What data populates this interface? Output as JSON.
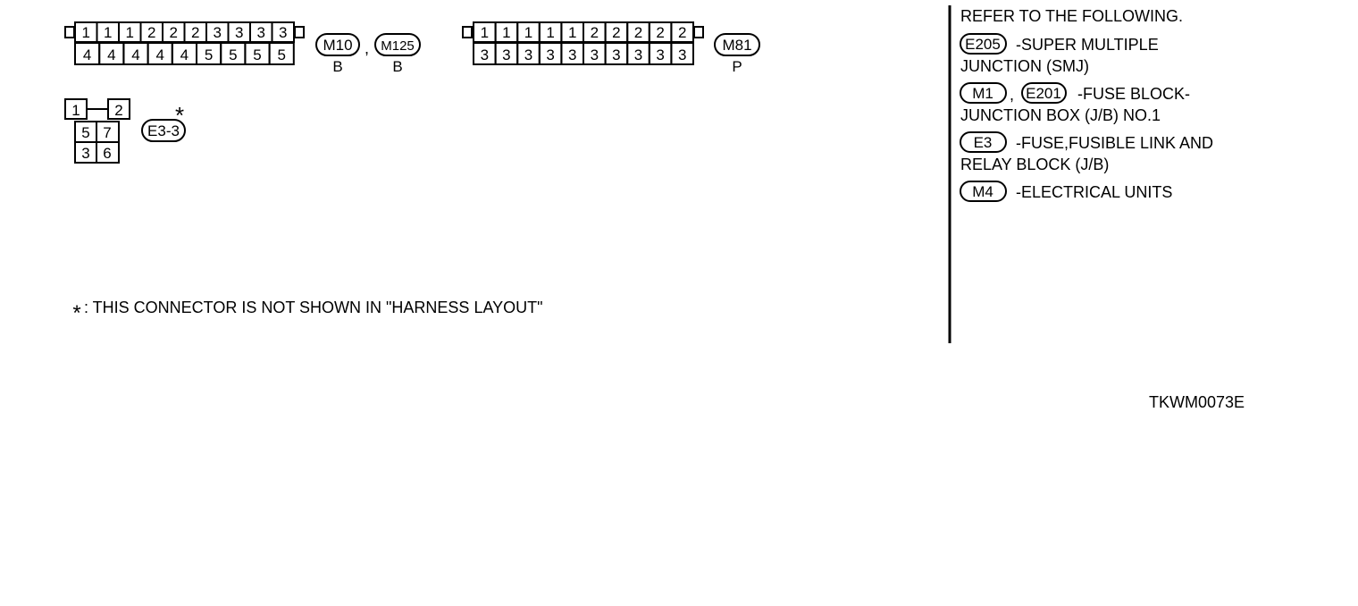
{
  "connectors": {
    "c1": {
      "top": [
        "1",
        "1",
        "1",
        "2",
        "2",
        "2",
        "3",
        "3",
        "3",
        "3"
      ],
      "bottom": [
        "4",
        "4",
        "4",
        "4",
        "4",
        "5",
        "5",
        "5",
        "5"
      ],
      "ids": [
        {
          "code": "M10",
          "color": "B"
        },
        {
          "code": "M125",
          "color": "B"
        }
      ],
      "separator": ","
    },
    "c2": {
      "top": [
        "1",
        "1",
        "1",
        "1",
        "1",
        "2",
        "2",
        "2",
        "2",
        "2"
      ],
      "bottom": [
        "3",
        "3",
        "3",
        "3",
        "3",
        "3",
        "3",
        "3",
        "3",
        "3"
      ],
      "ids": [
        {
          "code": "M81",
          "color": "P"
        }
      ]
    },
    "c3": {
      "top": [
        "1",
        "2"
      ],
      "middle": [
        "5",
        "7"
      ],
      "bottom": [
        "3",
        "6"
      ],
      "ids": [
        {
          "code": "E3-3",
          "color": ""
        }
      ],
      "asterisk": "*"
    }
  },
  "footnote": {
    "mark": "*",
    "text": ": THIS CONNECTOR IS NOT SHOWN IN \"HARNESS LAYOUT\""
  },
  "reference": {
    "heading": "REFER TO THE FOLLOWING.",
    "items": [
      {
        "codes": [
          "E205"
        ],
        "lines": [
          "-SUPER MULTIPLE",
          "JUNCTION (SMJ)"
        ]
      },
      {
        "codes": [
          "M1",
          "E201"
        ],
        "separator": ",",
        "lines": [
          "-FUSE BLOCK-",
          "JUNCTION BOX (J/B) NO.1"
        ]
      },
      {
        "codes": [
          "E3"
        ],
        "lines": [
          "-FUSE,FUSIBLE LINK AND",
          "RELAY BLOCK (J/B)"
        ]
      },
      {
        "codes": [
          "M4"
        ],
        "lines": [
          "-ELECTRICAL UNITS"
        ]
      }
    ]
  },
  "figure_id": "TKWM0073E"
}
